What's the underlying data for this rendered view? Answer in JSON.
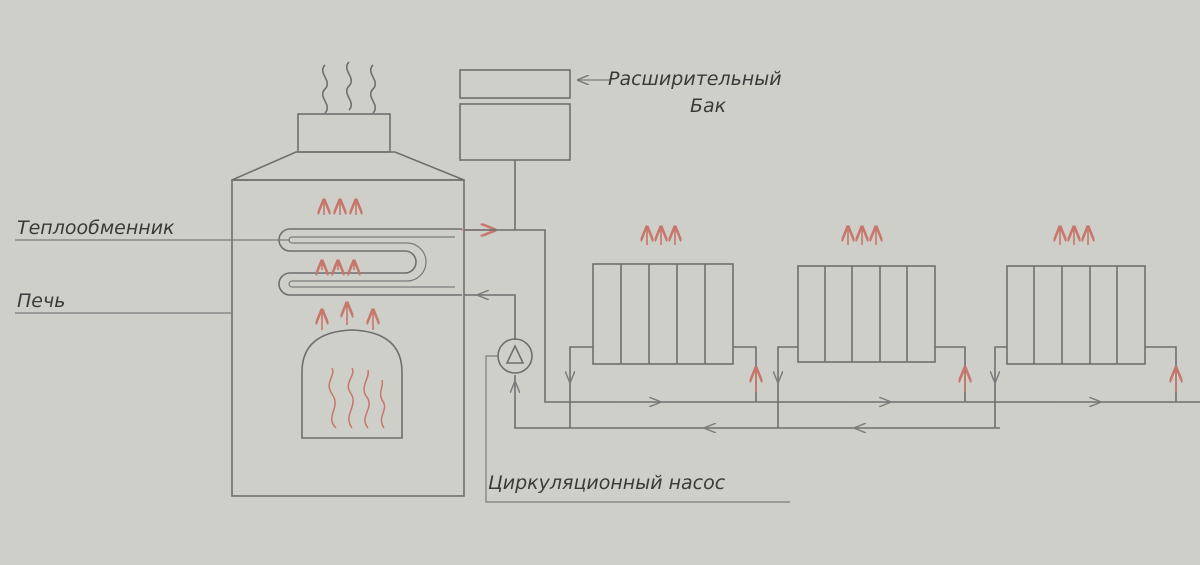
{
  "diagram": {
    "labels": {
      "heat_exchanger": "Теплообменник",
      "stove": "Печь",
      "expansion_tank_line1": "Расширительный",
      "expansion_tank_line2": "Бак",
      "circulation_pump": "Циркуляционный насос"
    },
    "radiator_count": 3,
    "radiator_sections": 5,
    "colors": {
      "background": "#cfcfca",
      "line": "#6e6e6e",
      "heat": "#c7766b"
    },
    "icons": [
      "steam-icon",
      "heat-up-arrow-icon",
      "flame-icon",
      "pump-triangle-icon",
      "flow-arrow-icon"
    ]
  }
}
